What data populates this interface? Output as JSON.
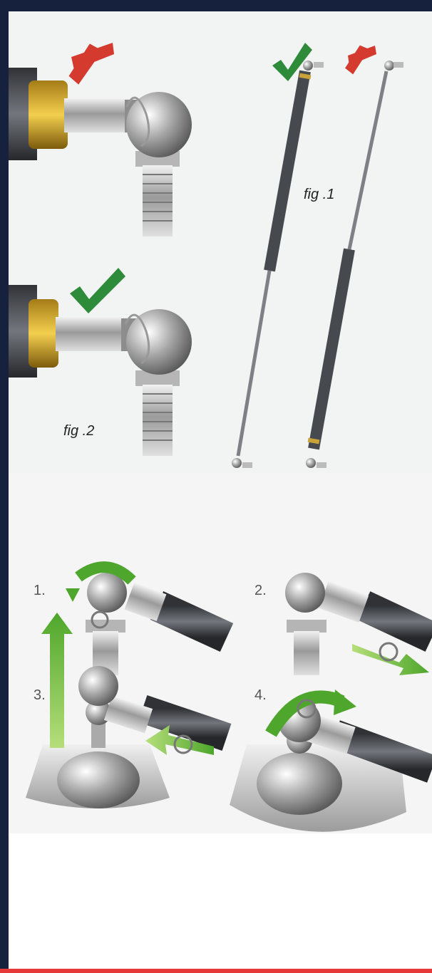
{
  "figures": {
    "fig1_label": "fig .1",
    "fig2_label": "fig .2"
  },
  "steps": [
    "1.",
    "2.",
    "3.",
    "4."
  ],
  "icons": {
    "wrong": "cross-mark-icon",
    "right": "check-mark-icon"
  },
  "colors": {
    "frame": "#16213e",
    "accent_red": "#e63a3a",
    "check_green": "#2e8b3a",
    "arrow_green": "#6cbf3c"
  }
}
